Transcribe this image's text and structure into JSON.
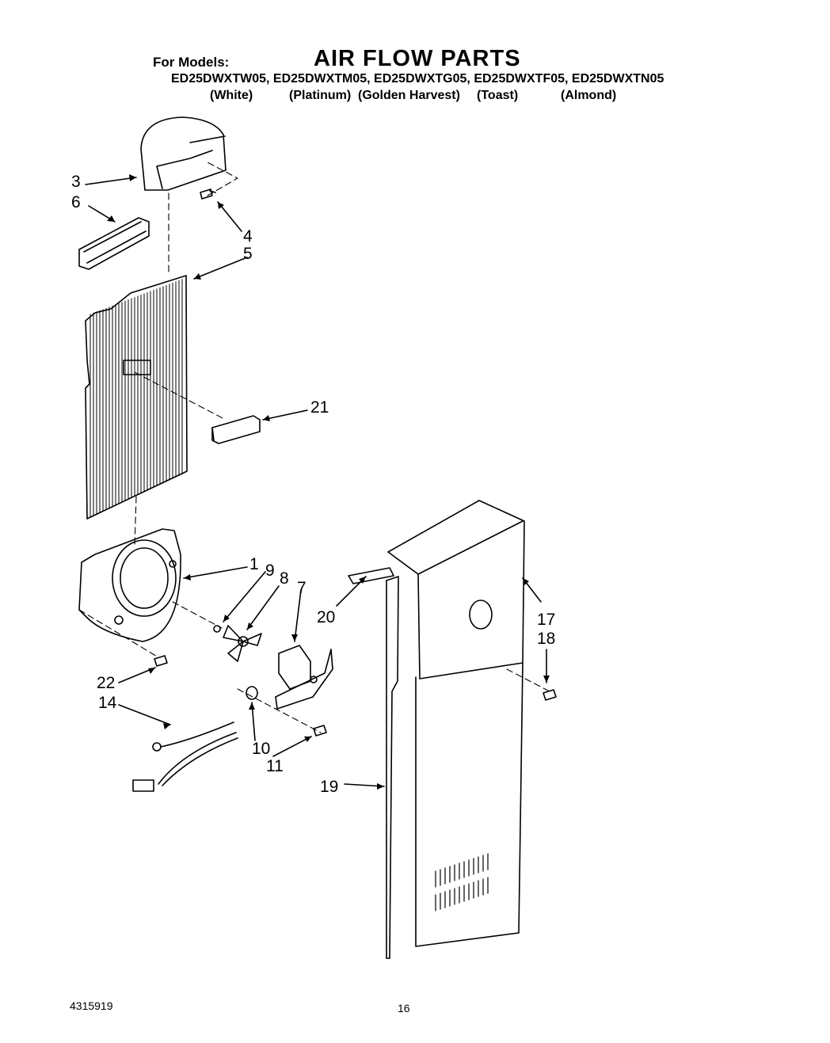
{
  "header": {
    "for_models_label": "For Models:",
    "title": "AIR FLOW PARTS",
    "models_line": "ED25DWXTW05, ED25DWXTM05, ED25DWXTG05, ED25DWXTF05, ED25DWXTN05",
    "colors": [
      "(White)",
      "(Platinum)",
      "(Golden Harvest)",
      "(Toast)",
      "(Almond)"
    ]
  },
  "callouts": [
    "3",
    "6",
    "4",
    "5",
    "21",
    "1",
    "9",
    "8",
    "7",
    "20",
    "17",
    "18",
    "22",
    "14",
    "10",
    "11",
    "19"
  ],
  "footer": {
    "doc_number": "4315919",
    "page_number": "16"
  }
}
